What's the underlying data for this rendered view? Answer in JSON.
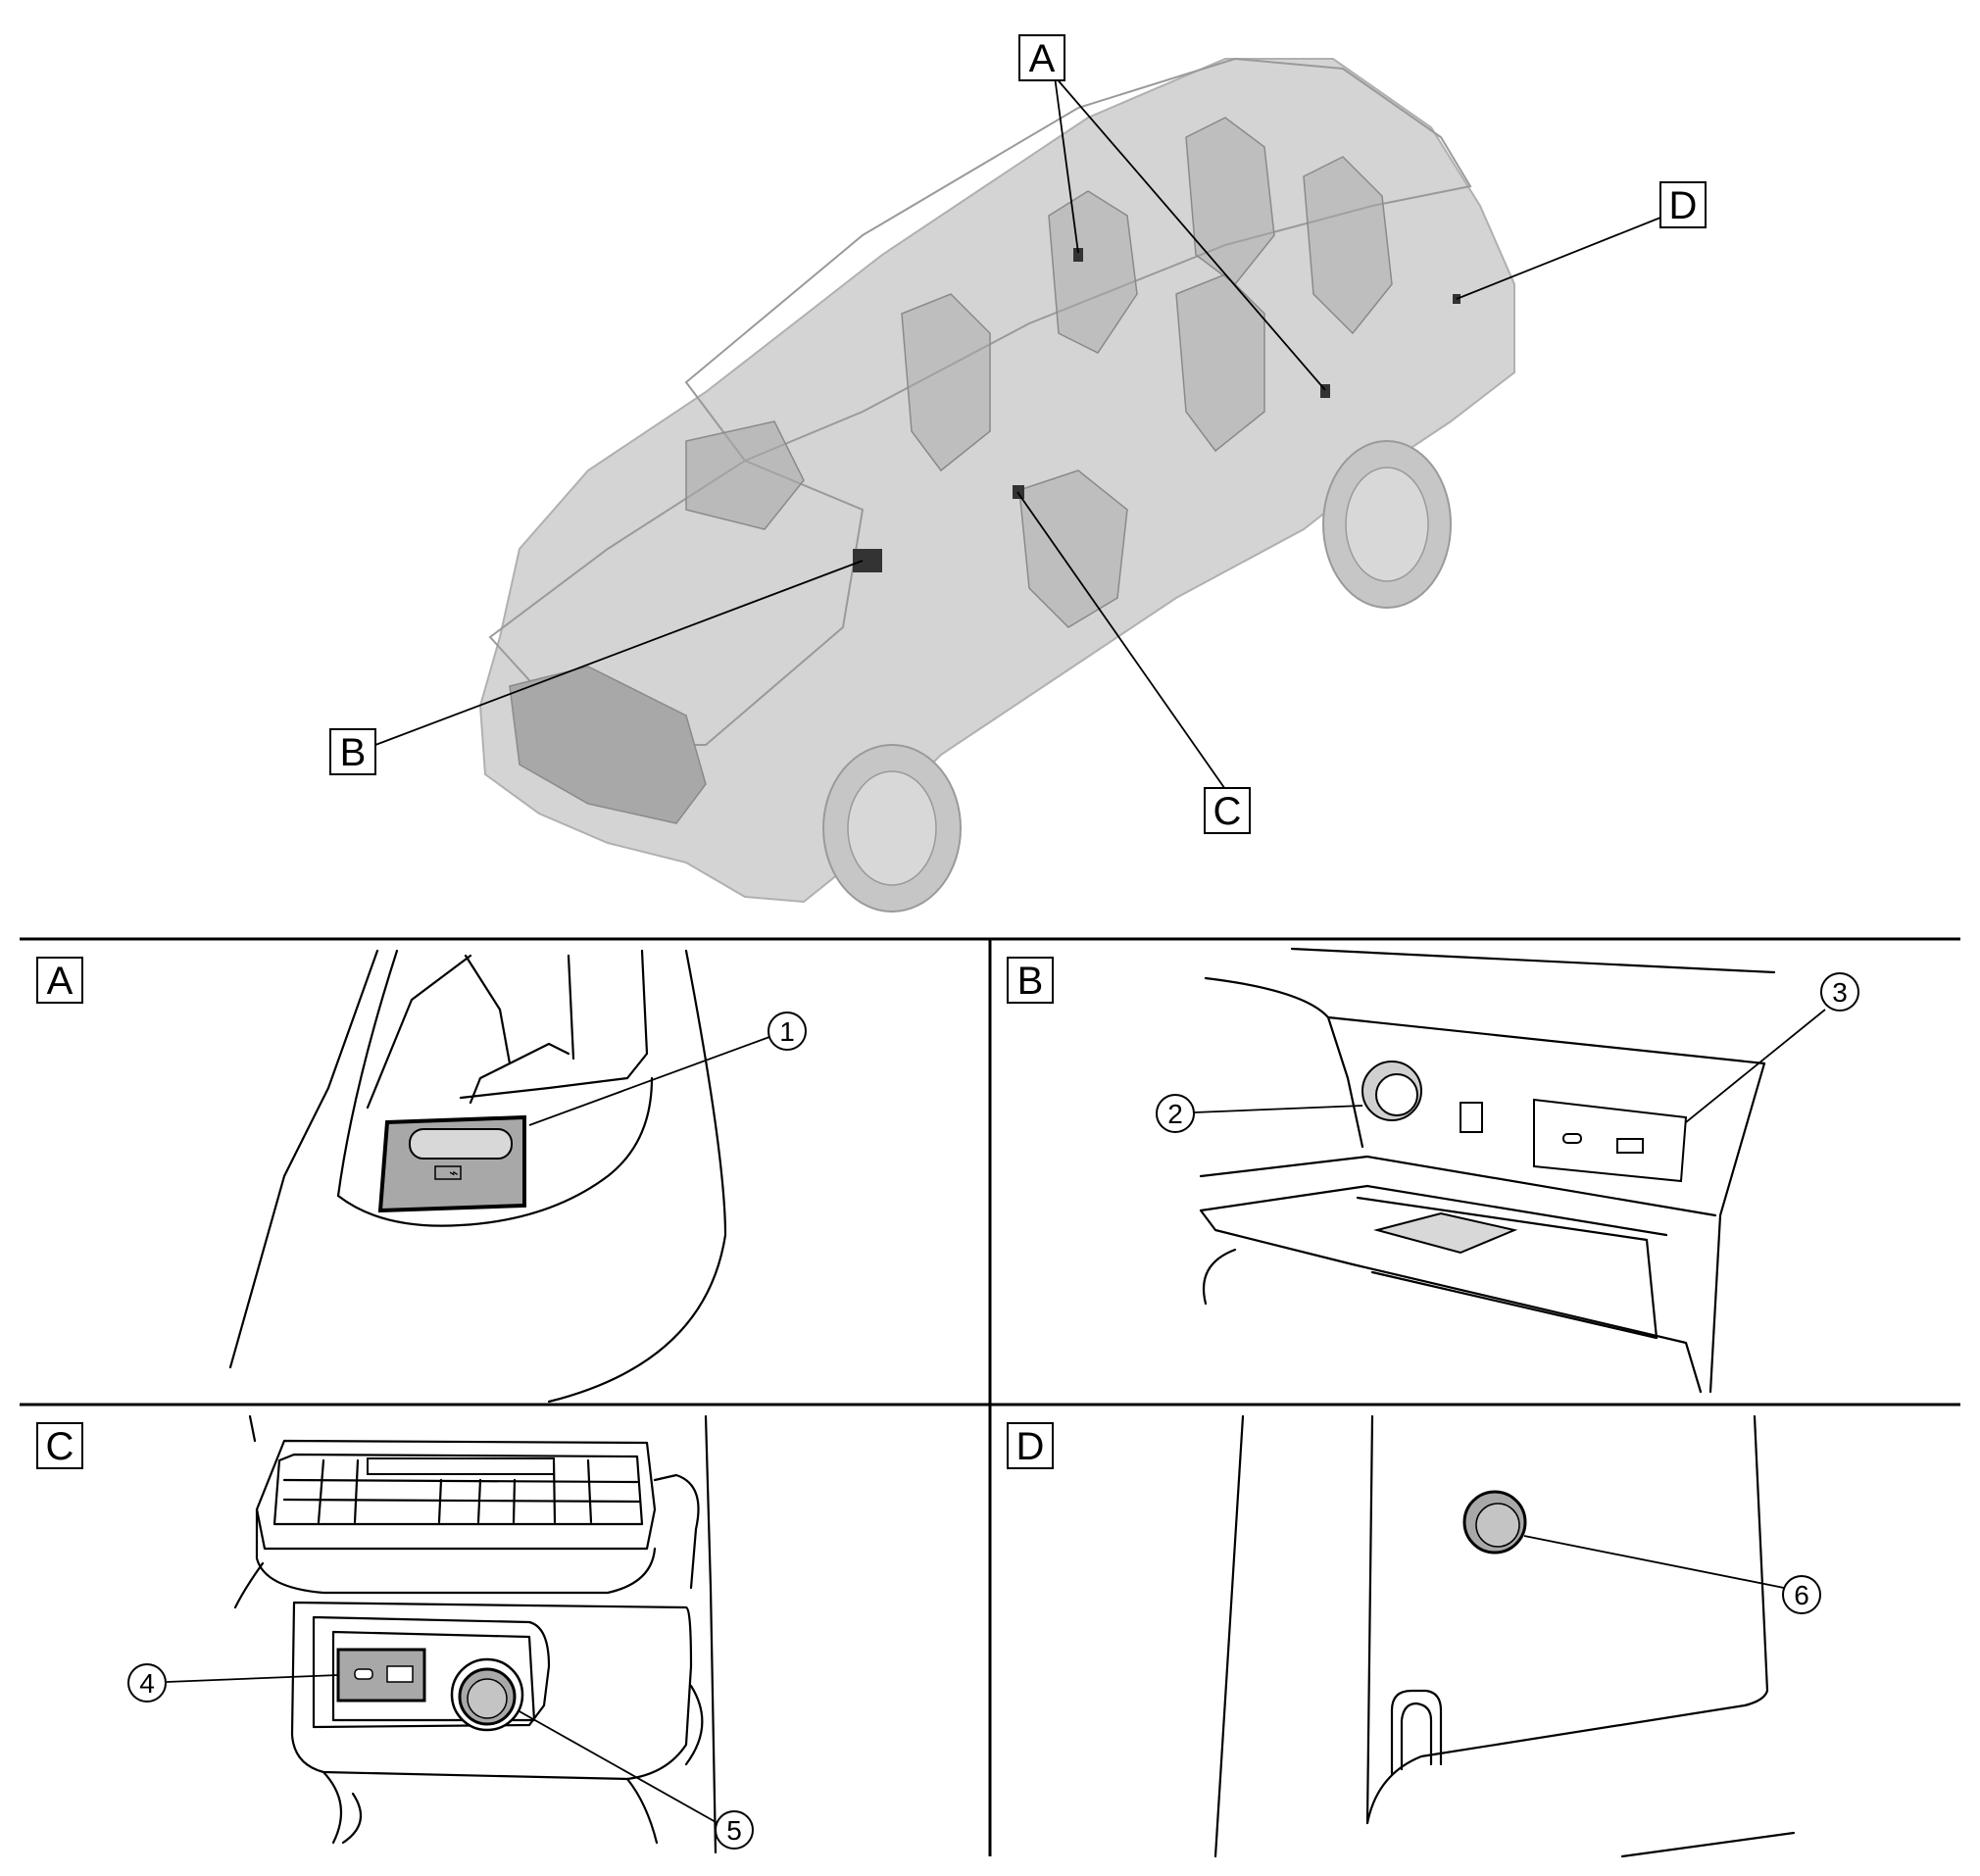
{
  "location_labels": {
    "a": "A",
    "b": "B",
    "c": "C",
    "d": "D"
  },
  "panels": [
    {
      "label": "A",
      "callouts": [
        "1"
      ]
    },
    {
      "label": "B",
      "callouts": [
        "2",
        "3"
      ]
    },
    {
      "label": "C",
      "callouts": [
        "4",
        "5"
      ]
    },
    {
      "label": "D",
      "callouts": [
        "6"
      ]
    }
  ],
  "colors": {
    "line": "#000000",
    "vehicle_ghost": "#d4d4d4",
    "component_fill": "#a8a8a8"
  }
}
